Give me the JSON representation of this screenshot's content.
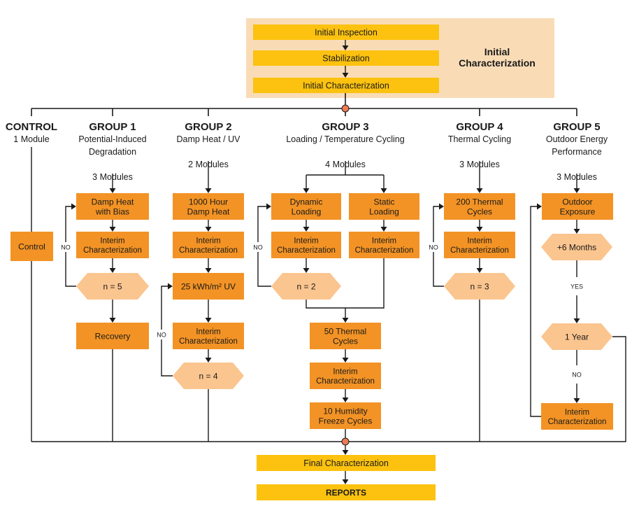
{
  "initial": {
    "steps": [
      "Initial Inspection",
      "Stabilization",
      "Initial Characterization"
    ],
    "title_lines": [
      "Initial",
      "Characterization"
    ]
  },
  "columns": [
    {
      "heading": "CONTROL",
      "sub": [
        "1 Module"
      ]
    },
    {
      "heading": "GROUP 1",
      "sub": [
        "Potential-Induced",
        "Degradation",
        "",
        "3 Modules"
      ]
    },
    {
      "heading": "GROUP 2",
      "sub": [
        "Damp Heat / UV",
        "",
        "2 Modules"
      ]
    },
    {
      "heading": "GROUP 3",
      "sub": [
        "Loading / Temperature Cycling",
        "",
        "4 Modules"
      ]
    },
    {
      "heading": "GROUP 4",
      "sub": [
        "Thermal Cycling",
        "",
        "3 Modules"
      ]
    },
    {
      "heading": "GROUP 5",
      "sub": [
        "Outdoor Energy",
        "Performance",
        "",
        "3 Modules"
      ]
    }
  ],
  "nodes": {
    "control": [
      "Control"
    ],
    "g1_damp_heat_bias": [
      "Damp Heat",
      "with Bias"
    ],
    "g1_interim": [
      "Interim",
      "Characterization"
    ],
    "g1_decision": [
      "n = 5"
    ],
    "g1_recovery": [
      "Recovery"
    ],
    "g2_damp_heat": [
      "1000 Hour",
      "Damp Heat"
    ],
    "g2_interim_1": [
      "Interim",
      "Characterization"
    ],
    "g2_uv": [
      "25 kWh/m² UV"
    ],
    "g2_interim_2": [
      "Interim",
      "Characterization"
    ],
    "g2_decision": [
      "n = 4"
    ],
    "g3_dynamic": [
      "Dynamic",
      "Loading"
    ],
    "g3_static": [
      "Static",
      "Loading"
    ],
    "g3_interim_dynamic": [
      "Interim",
      "Characterization"
    ],
    "g3_interim_static": [
      "Interim",
      "Characterization"
    ],
    "g3_decision": [
      "n = 2"
    ],
    "g3_thermal": [
      "50 Thermal",
      "Cycles"
    ],
    "g3_interim_final": [
      "Interim",
      "Characterization"
    ],
    "g3_humidity": [
      "10 Humidity",
      "Freeze Cycles"
    ],
    "g4_thermal": [
      "200 Thermal",
      "Cycles"
    ],
    "g4_interim": [
      "Interim",
      "Characterization"
    ],
    "g4_decision": [
      "n = 3"
    ],
    "g5_outdoor": [
      "Outdoor",
      "Exposure"
    ],
    "g5_six_months": [
      "+6 Months"
    ],
    "g5_one_year": [
      "1 Year"
    ],
    "g5_interim": [
      "Interim",
      "Characterization"
    ]
  },
  "edge_labels": {
    "g1_no": "NO",
    "g2_no": "NO",
    "g3_no": "NO",
    "g4_no": "NO",
    "g5_yes": "YES",
    "g5_no": "NO"
  },
  "final": {
    "steps": [
      "Final Characterization",
      "REPORTS"
    ]
  },
  "colors": {
    "orange": "#f39325",
    "yellow": "#fcc20f",
    "peach_box": "#f9dcb6",
    "light_diamond": "#fbc58f",
    "junction": "#ec7b53",
    "line": "#1a1a1a"
  }
}
